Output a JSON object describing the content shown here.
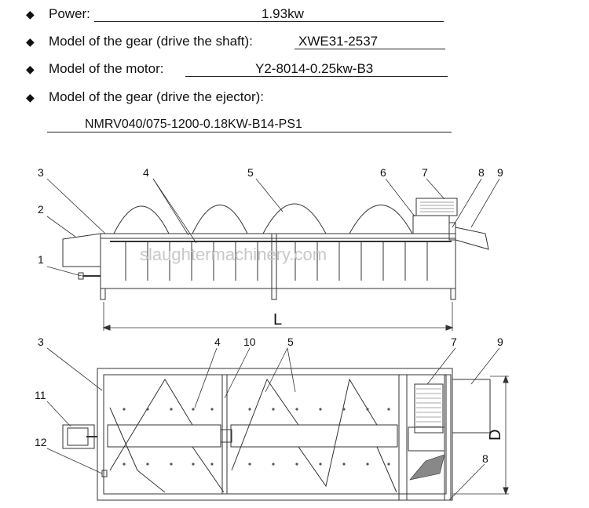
{
  "specs": {
    "power_label": "Power:",
    "power_value": "1.93kw",
    "gear_shaft_label": "Model of the gear (drive the shaft):",
    "gear_shaft_value": "XWE31-2537",
    "motor_label": "Model of the motor:",
    "motor_value": "Y2-8014-0.25kw-B3",
    "gear_ejector_label": "Model of the gear (drive the ejector):",
    "gear_ejector_value": "NMRV040/075-1200-0.18KW-B14-PS1",
    "bullet": "◆"
  },
  "drawing": {
    "watermark": "slaughtermachinery.com",
    "dimension_length": "L",
    "dimension_width": "D",
    "side_view_callouts": [
      "1",
      "2",
      "3",
      "4",
      "5",
      "6",
      "7",
      "8",
      "9"
    ],
    "top_view_callouts": [
      "3",
      "4",
      "10",
      "5",
      "7",
      "9",
      "11",
      "12",
      "8"
    ]
  }
}
